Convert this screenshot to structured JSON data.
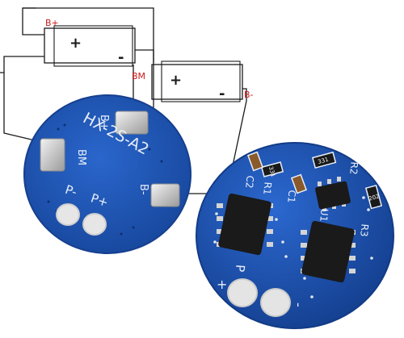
{
  "wiring": {
    "label_b_plus": "B+",
    "label_bm": "BM",
    "label_b_minus": "B-",
    "battery_plus": "+",
    "battery_minus": "-"
  },
  "board_front": {
    "title": "HX-2S-A2",
    "pad_b_plus": "B+",
    "pad_bm": "BM",
    "pad_b_minus": "B-",
    "pad_p_minus": "P-",
    "pad_p_plus": "P+"
  },
  "board_back": {
    "ref_r1": "R1",
    "ref_r2": "R2",
    "ref_r3": "R3",
    "ref_c1": "C1",
    "ref_c2": "C2",
    "ref_u1": "U1",
    "resistor_code_1": "331",
    "resistor_code_2": "331",
    "resistor_code_3": "202",
    "pad_plus": "+",
    "pad_p": "P",
    "pad_minus": "-"
  },
  "colors": {
    "pcb_blue": "#1f56b8",
    "pcb_edge": "#163f8e",
    "silk": "#e8eef8",
    "wire": "#1a1a1a",
    "label_red": "#cc1a1a",
    "pad_silver": "#d8d8d8"
  }
}
